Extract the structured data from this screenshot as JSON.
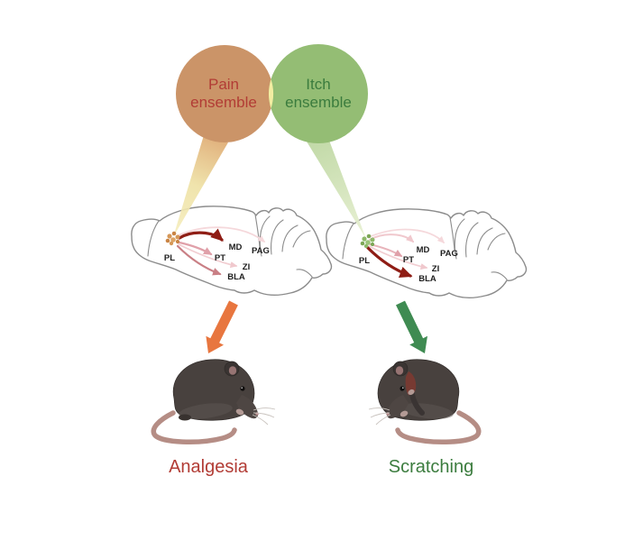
{
  "venn": {
    "pain": {
      "line1": "Pain",
      "line2": "ensemble",
      "circle_color": "#cb9468",
      "text_color": "#b23c35"
    },
    "itch": {
      "line1": "Itch",
      "line2": "ensemble",
      "circle_color": "#94bd74",
      "text_color": "#3b7c3e"
    },
    "overlap_color": "#f3eda2"
  },
  "beams": {
    "pain_color": "#dca368",
    "itch_color": "#b9d49b"
  },
  "brain_labels": {
    "pl": "PL",
    "pt": "PT",
    "md": "MD",
    "pag": "PAG",
    "zi": "ZI",
    "bla": "BLA"
  },
  "projections": {
    "left_highlighted_target": "MD",
    "right_highlighted_target": "BLA",
    "highlight_color": "#8f1d15",
    "faint_color": "#f0c8cd"
  },
  "flow_arrows": {
    "pain_color": "#e8763f",
    "itch_color": "#3f8b52"
  },
  "outcomes": {
    "pain": {
      "label": "Analgesia",
      "color": "#b23c35"
    },
    "itch": {
      "label": "Scratching",
      "color": "#3b7c3e"
    }
  }
}
